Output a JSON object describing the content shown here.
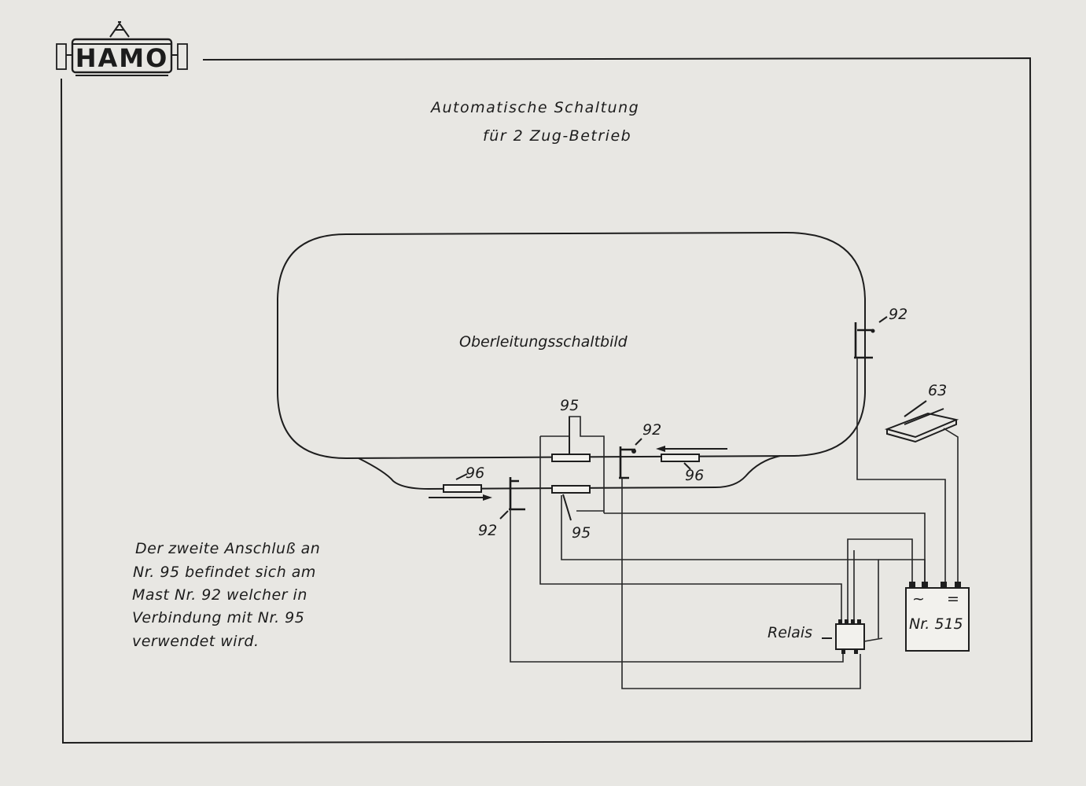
{
  "logo": {
    "text": "HAMO"
  },
  "title": {
    "line1": "Automatische Schaltung",
    "line2": "für 2 Zug-Betrieb"
  },
  "diagram": {
    "track_label": "Oberleitungsschaltbild",
    "components": {
      "mast_right": "92",
      "mast_upper": "92",
      "mast_lower": "92",
      "contact_upper": "95",
      "contact_lower": "95",
      "section_left": "96",
      "section_right": "96",
      "transformer_rail": "63",
      "relay": "Relais",
      "transformer_label": "Nr. 515",
      "transformer_ac": "~",
      "transformer_dc": "="
    }
  },
  "note": {
    "lines": [
      "Der zweite Anschluß an",
      "Nr. 95 befindet sich am",
      "Mast Nr. 92 welcher in",
      "Verbindung mit Nr. 95",
      "verwendet wird."
    ]
  },
  "colors": {
    "paper": "#e8e7e3",
    "ink": "#1e1e1e"
  }
}
